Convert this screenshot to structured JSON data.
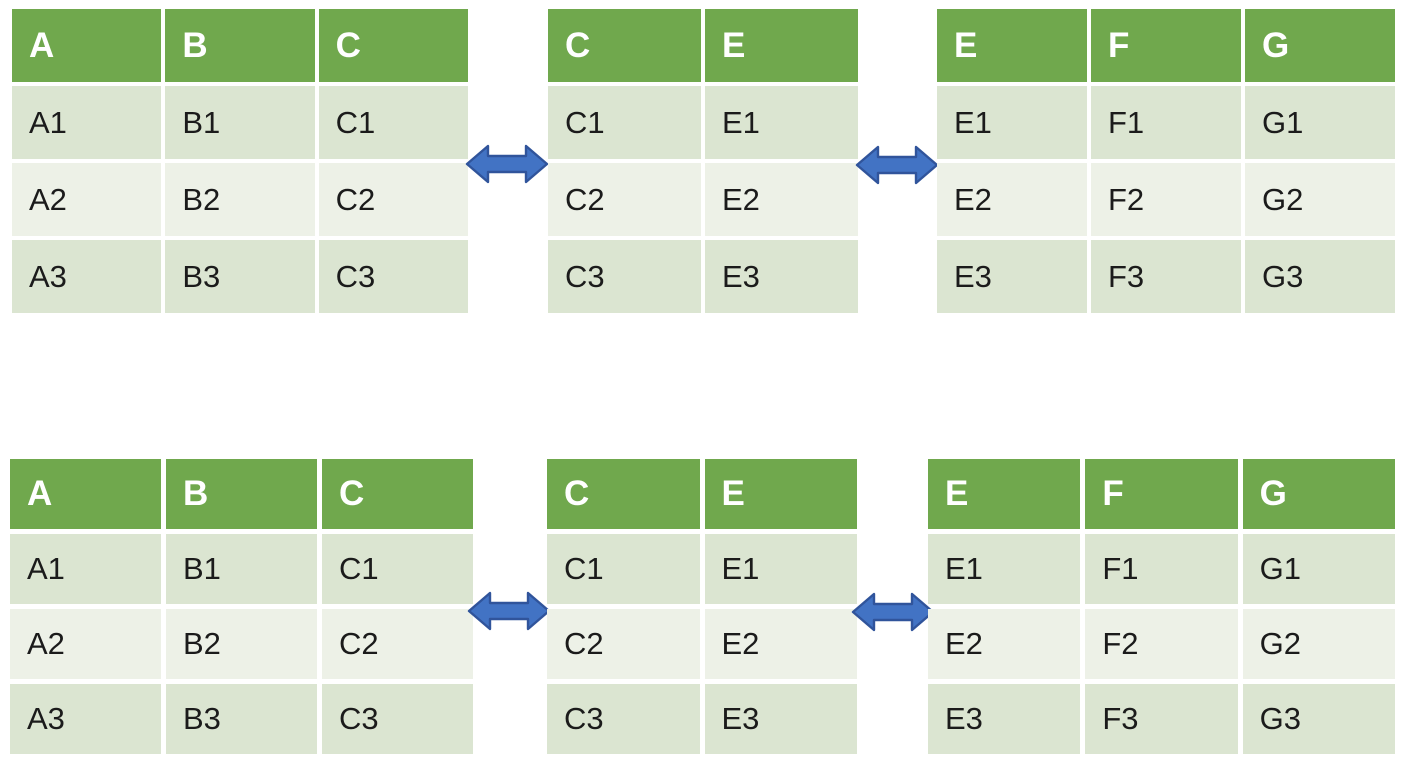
{
  "diagram": {
    "description": "linked-tables",
    "groups": [
      {
        "name": "top",
        "tables": [
          {
            "headers": [
              "A",
              "B",
              "C"
            ],
            "rows": [
              [
                "A1",
                "B1",
                "C1"
              ],
              [
                "A2",
                "B2",
                "C2"
              ],
              [
                "A3",
                "B3",
                "C3"
              ]
            ]
          },
          {
            "headers": [
              "C",
              "E"
            ],
            "rows": [
              [
                "C1",
                "E1"
              ],
              [
                "C2",
                "E2"
              ],
              [
                "C3",
                "E3"
              ]
            ]
          },
          {
            "headers": [
              "E",
              "F",
              "G"
            ],
            "rows": [
              [
                "E1",
                "F1",
                "G1"
              ],
              [
                "E2",
                "F2",
                "G2"
              ],
              [
                "E3",
                "F3",
                "G3"
              ]
            ]
          }
        ],
        "connectors": [
          "double-arrow",
          "double-arrow"
        ]
      },
      {
        "name": "bottom",
        "tables": [
          {
            "headers": [
              "A",
              "B",
              "C"
            ],
            "rows": [
              [
                "A1",
                "B1",
                "C1"
              ],
              [
                "A2",
                "B2",
                "C2"
              ],
              [
                "A3",
                "B3",
                "C3"
              ]
            ]
          },
          {
            "headers": [
              "C",
              "E"
            ],
            "rows": [
              [
                "C1",
                "E1"
              ],
              [
                "C2",
                "E2"
              ],
              [
                "C3",
                "E3"
              ]
            ]
          },
          {
            "headers": [
              "E",
              "F",
              "G"
            ],
            "rows": [
              [
                "E1",
                "F1",
                "G1"
              ],
              [
                "E2",
                "F2",
                "G2"
              ],
              [
                "E3",
                "F3",
                "G3"
              ]
            ]
          }
        ],
        "connectors": [
          "double-arrow",
          "double-arrow"
        ]
      }
    ]
  },
  "colors": {
    "canvas_bg": "#ffffff",
    "header_bg": "#70A84D",
    "header_text": "#ffffff",
    "row_odd": "#DBE5D1",
    "row_even": "#EDF1E7",
    "cell_text": "#1b1b1b",
    "arrow_fill": "#4273C4",
    "arrow_stroke": "#30549B"
  }
}
